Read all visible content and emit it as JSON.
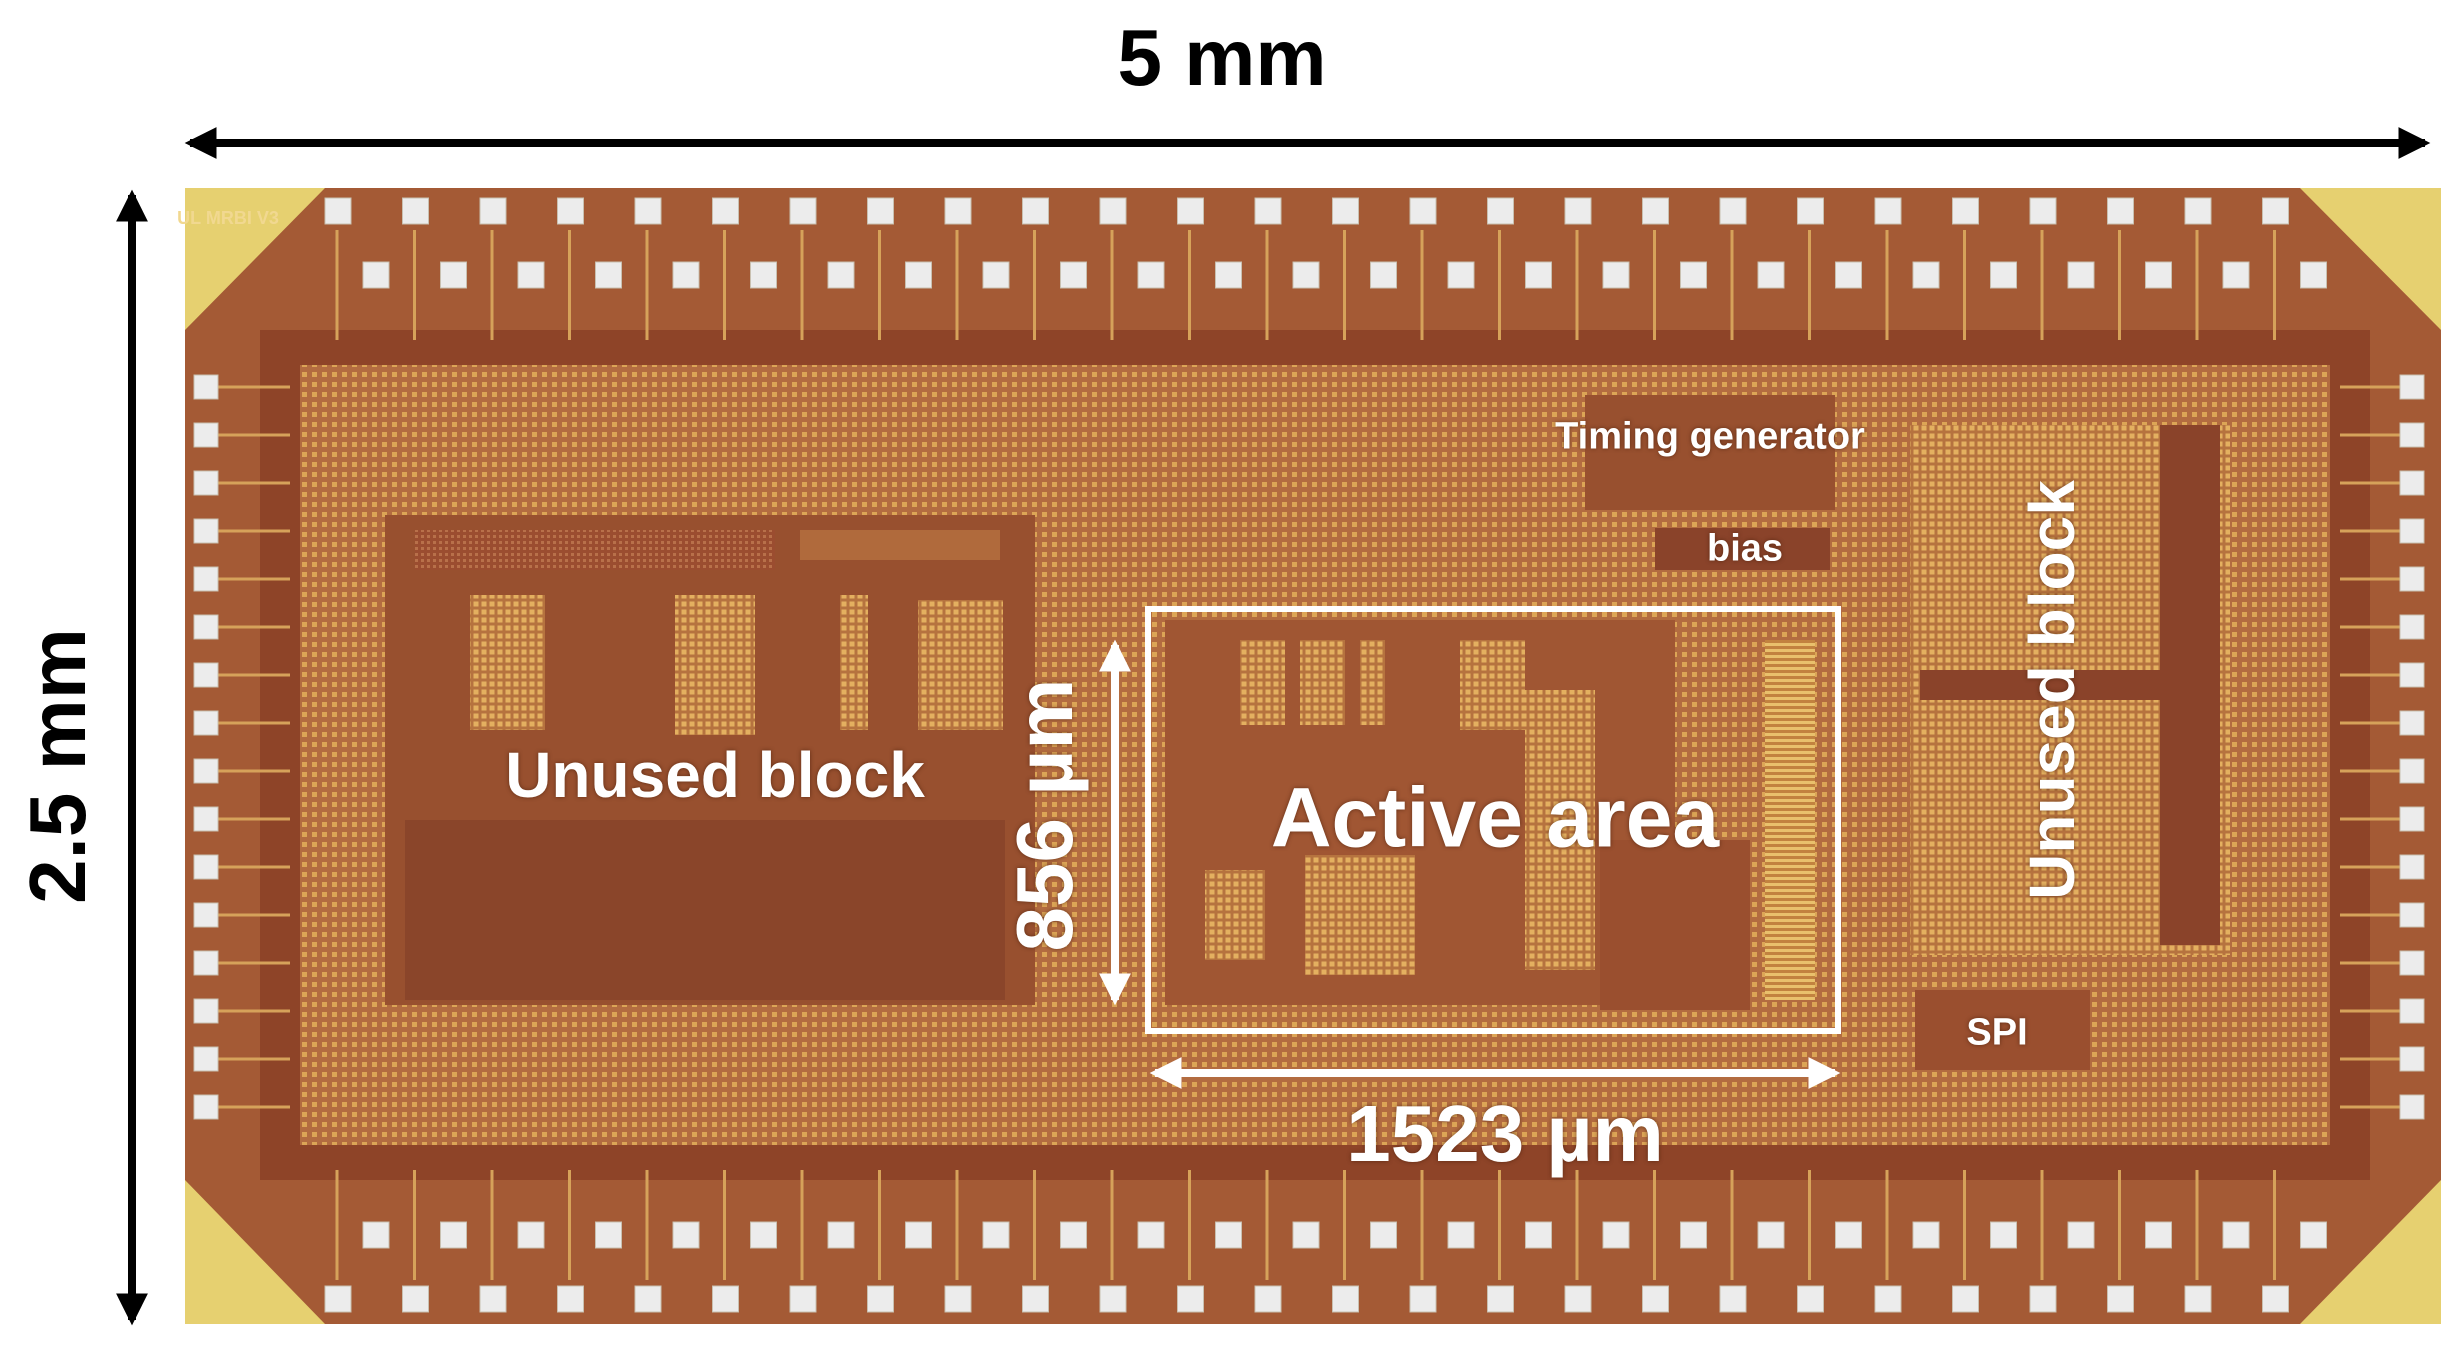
{
  "dimensions": {
    "width": "5 mm",
    "height": "2.5 mm"
  },
  "chip_id": "UL MRBI V3",
  "blocks": {
    "unused_left": "Unused block",
    "unused_right": "Unused block",
    "active_area": "Active area",
    "timing_generator": "Timing generator",
    "bias": "bias",
    "spi": "SPI"
  },
  "active_area_size": {
    "height": "856 µm",
    "width": "1523 µm"
  },
  "colors": {
    "die_copper": "#a45a35",
    "die_frame_gold": "#e6d070",
    "pad_white": "#ececec",
    "ring_dark": "#8e4428",
    "dot_gold": "#d9a34e",
    "annotation_white": "#ffffff",
    "dimension_black": "#000000"
  }
}
